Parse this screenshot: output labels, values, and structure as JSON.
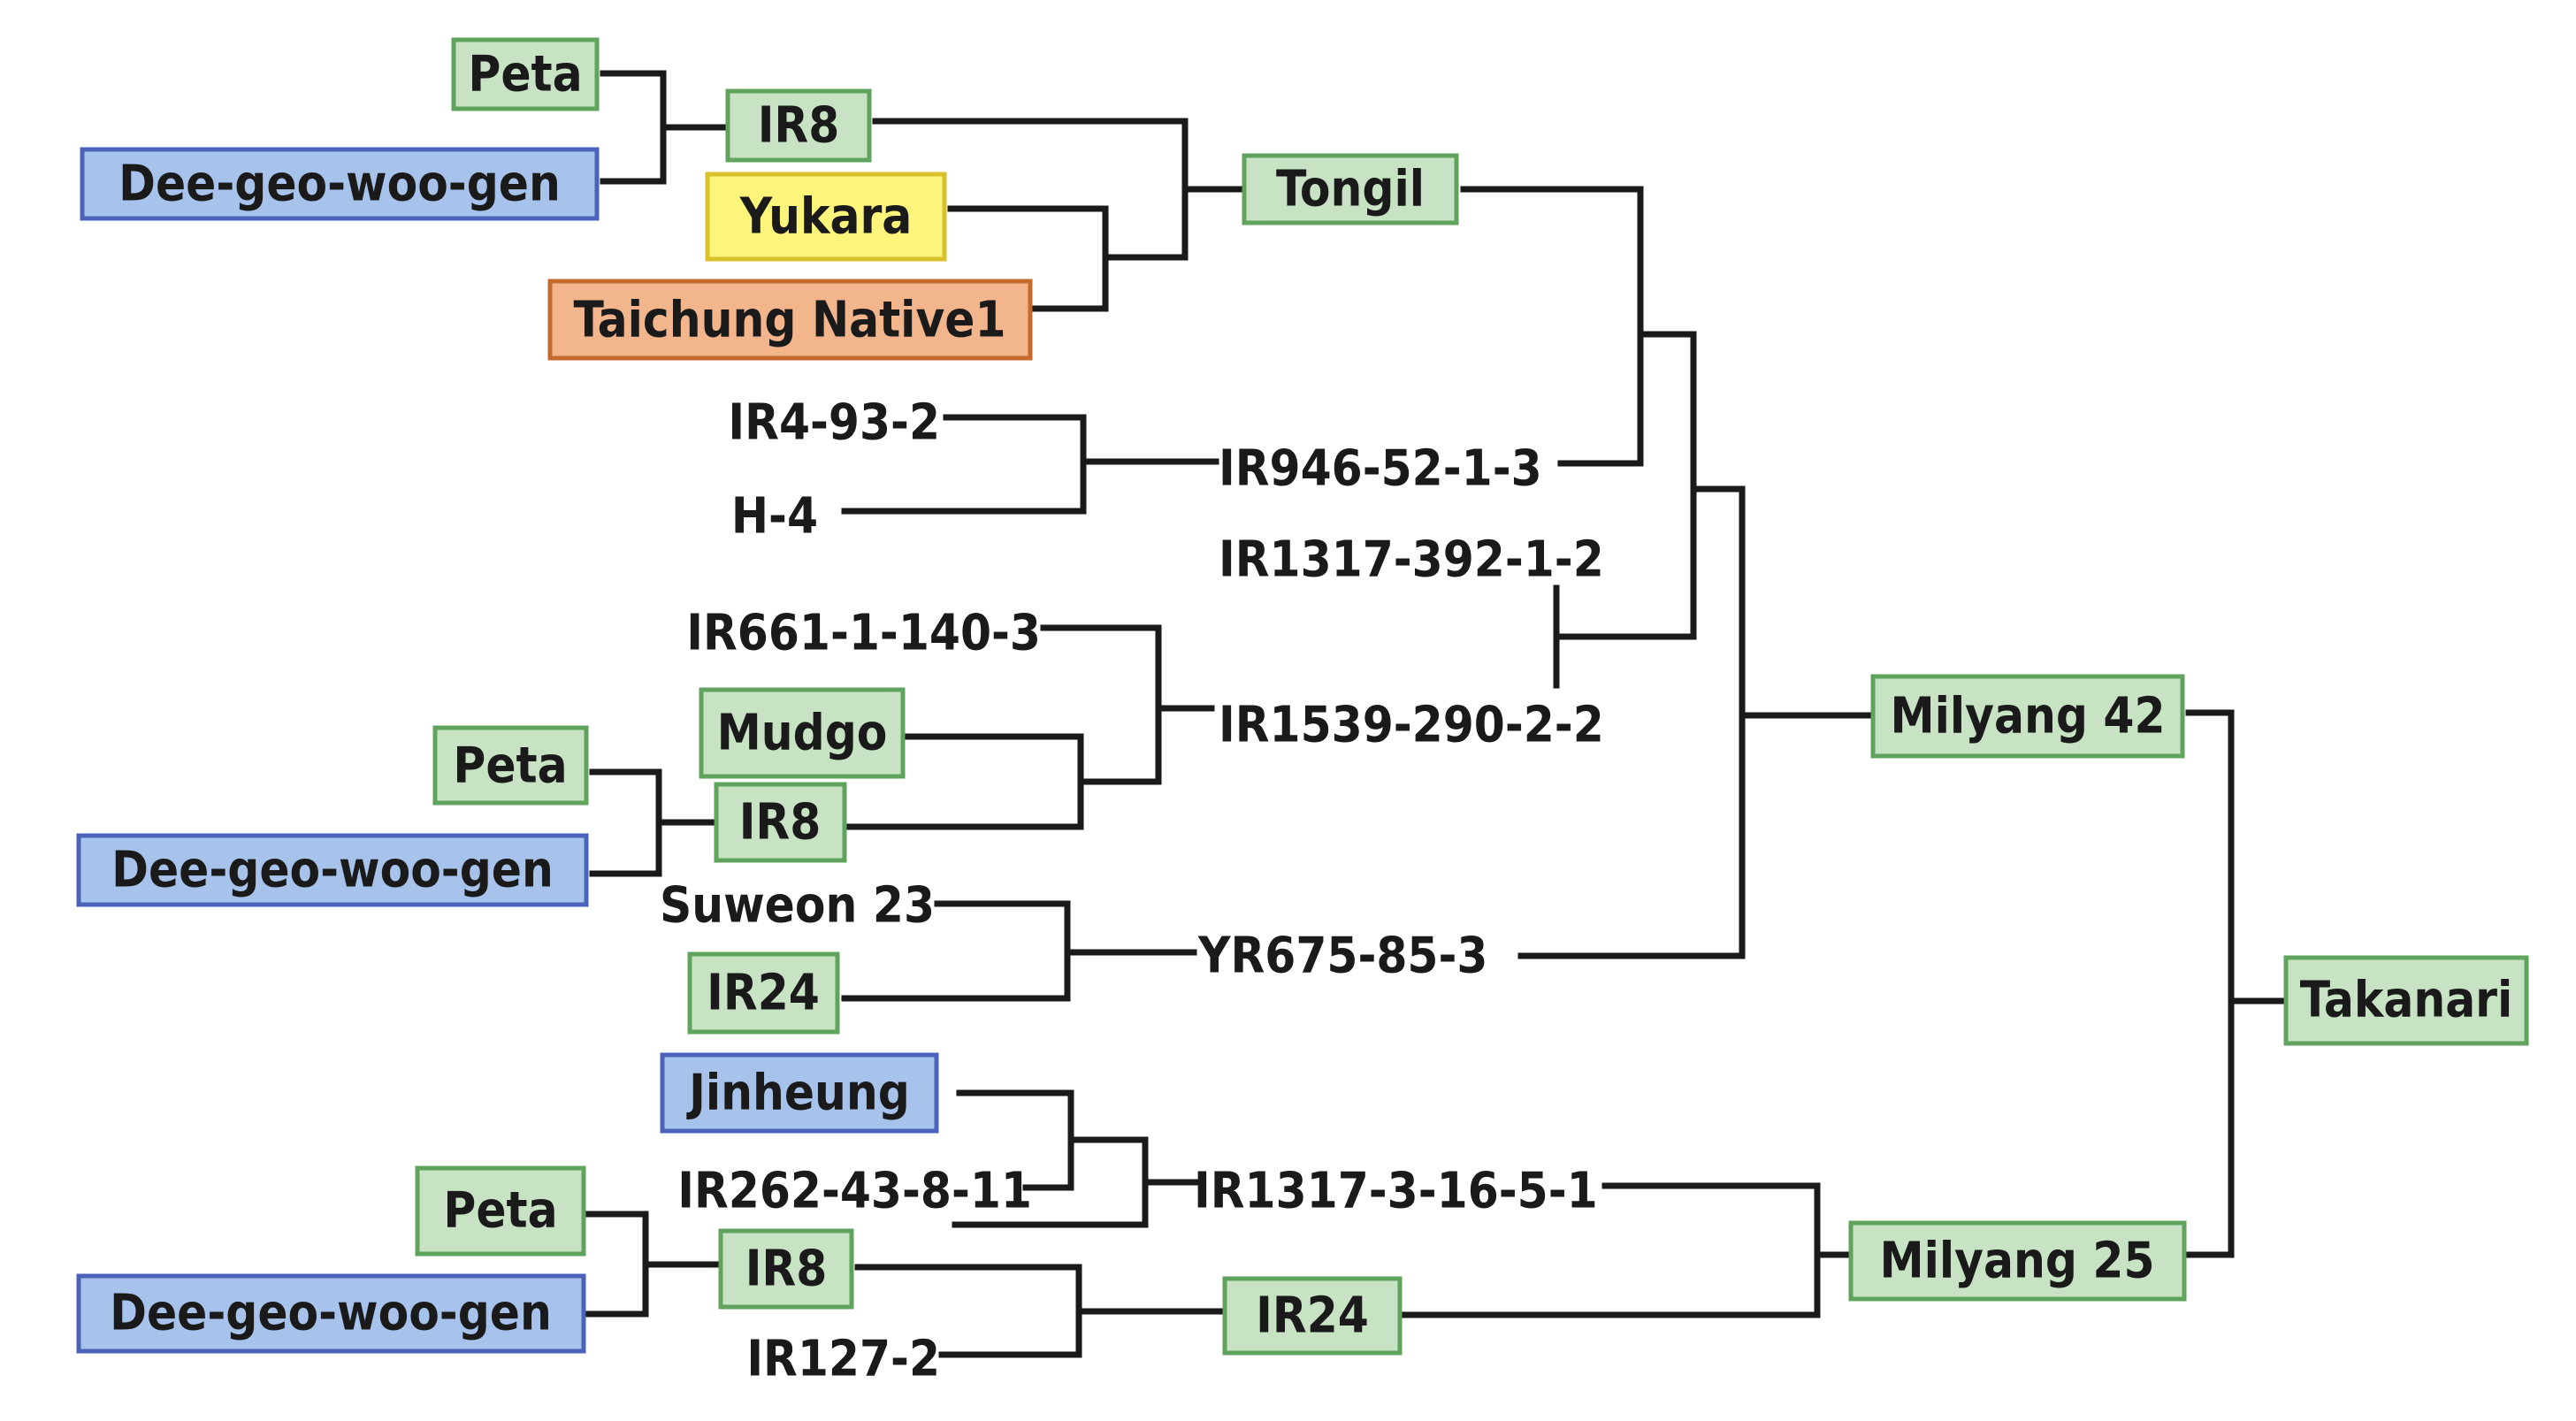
{
  "colors": {
    "green_fill": "#c7e3c4",
    "green_stroke": "#5fa35c",
    "blue_fill": "#a7c3ec",
    "blue_stroke": "#4a62b8",
    "yellow_fill": "#fdf47c",
    "yellow_stroke": "#d9c12c",
    "orange_fill": "#f2b58c",
    "orange_stroke": "#c46a2e",
    "line": "#1a1a1a",
    "text": "#1a1a1a"
  },
  "nodes": {
    "peta_1": {
      "label": "Peta",
      "style": "green"
    },
    "dgwg_1": {
      "label": "Dee-geo-woo-gen",
      "style": "blue"
    },
    "ir8_1": {
      "label": "IR8",
      "style": "green"
    },
    "yukara": {
      "label": "Yukara",
      "style": "yellow"
    },
    "taichung_native1": {
      "label": "Taichung Native1",
      "style": "orange"
    },
    "tongil": {
      "label": "Tongil",
      "style": "green"
    },
    "ir4_93_2": {
      "label": "IR4-93-2",
      "style": "plain"
    },
    "h_4": {
      "label": "H-4",
      "style": "plain"
    },
    "ir946_52_1_3": {
      "label": "IR946-52-1-3",
      "style": "plain"
    },
    "ir1317_392_1_2": {
      "label": "IR1317-392-1-2",
      "style": "plain"
    },
    "ir661_1_140_3": {
      "label": "IR661-1-140-3",
      "style": "plain"
    },
    "mudgo": {
      "label": "Mudgo",
      "style": "green"
    },
    "ir1539_290_2_2": {
      "label": "IR1539-290-2-2",
      "style": "plain"
    },
    "peta_2": {
      "label": "Peta",
      "style": "green"
    },
    "dgwg_2": {
      "label": "Dee-geo-woo-gen",
      "style": "blue"
    },
    "ir8_2": {
      "label": "IR8",
      "style": "green"
    },
    "suweon_23": {
      "label": "Suweon 23",
      "style": "plain"
    },
    "ir24_1": {
      "label": "IR24",
      "style": "green"
    },
    "yr675_85_3": {
      "label": "YR675-85-3",
      "style": "plain"
    },
    "milyang_42": {
      "label": "Milyang 42",
      "style": "green"
    },
    "takanari": {
      "label": "Takanari",
      "style": "green"
    },
    "jinheung": {
      "label": "Jinheung",
      "style": "blue"
    },
    "ir262_43_8_11": {
      "label": "IR262-43-8-11",
      "style": "plain"
    },
    "ir1317_3_16_5_1": {
      "label": "IR1317-3-16-5-1",
      "style": "plain"
    },
    "peta_3": {
      "label": "Peta",
      "style": "green"
    },
    "dgwg_3": {
      "label": "Dee-geo-woo-gen",
      "style": "blue"
    },
    "ir8_3": {
      "label": "IR8",
      "style": "green"
    },
    "ir127_2": {
      "label": "IR127-2",
      "style": "plain"
    },
    "ir24_2": {
      "label": "IR24",
      "style": "green"
    },
    "milyang_25": {
      "label": "Milyang 25",
      "style": "green"
    }
  },
  "crosses": [
    {
      "parents": [
        "peta_1",
        "dgwg_1"
      ],
      "child": "ir8_1"
    },
    {
      "parents": [
        "yukara",
        "taichung_native1"
      ],
      "child": "tongil",
      "with": "ir8_1"
    },
    {
      "parents": [
        "ir4_93_2",
        "h_4"
      ],
      "child": "ir946_52_1_3"
    },
    {
      "parents": [
        "peta_2",
        "dgwg_2"
      ],
      "child": "ir8_2"
    },
    {
      "parents": [
        "ir661_1_140_3",
        "mudgo",
        "ir8_2"
      ],
      "child": "ir1539_290_2_2"
    },
    {
      "parents": [
        "tongil",
        "ir946_52_1_3",
        "ir1317_392_1_2",
        "ir1539_290_2_2"
      ],
      "child": "milyang_42"
    },
    {
      "parents": [
        "suweon_23",
        "ir24_1"
      ],
      "child": "yr675_85_3"
    },
    {
      "parents": [
        "yr675_85_3"
      ],
      "child": "milyang_42"
    },
    {
      "parents": [
        "jinheung",
        "ir262_43_8_11"
      ],
      "child": "ir1317_3_16_5_1"
    },
    {
      "parents": [
        "peta_3",
        "dgwg_3"
      ],
      "child": "ir8_3"
    },
    {
      "parents": [
        "ir8_3",
        "ir127_2"
      ],
      "child": "ir24_2"
    },
    {
      "parents": [
        "ir1317_3_16_5_1",
        "ir24_2"
      ],
      "child": "milyang_25"
    },
    {
      "parents": [
        "milyang_42",
        "milyang_25"
      ],
      "child": "takanari"
    }
  ]
}
